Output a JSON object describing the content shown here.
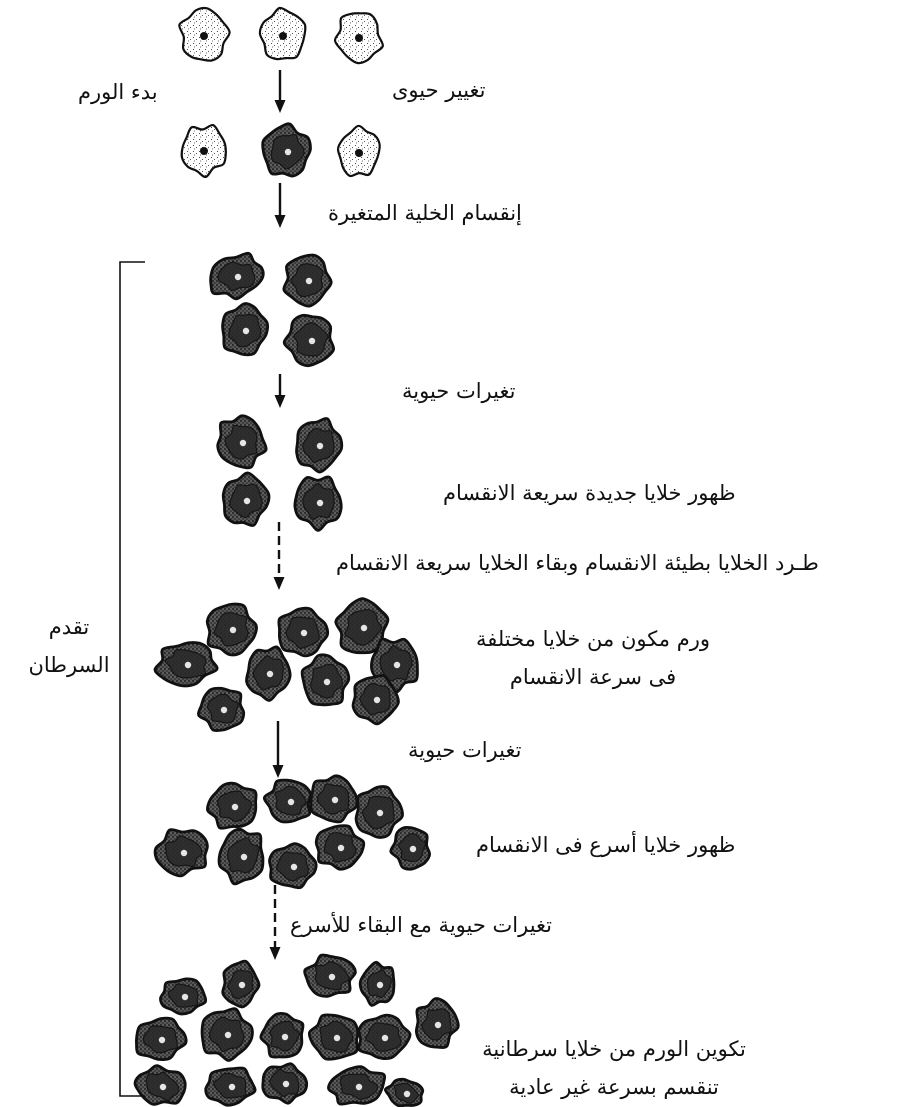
{
  "labels": {
    "initiation": "بدء الورم",
    "biological_change": "تغيير حيوى",
    "division_of_changed_cell": "إنقسام الخلية المتغيرة",
    "biological_changes_1": "تغيرات حيوية",
    "fast_dividing_cells_appear": "ظهور خلايا جديدة سريعة الانقسام",
    "expel_slow_keep_fast": "طـرد الخلايا بطيئة الانقسام وبقاء الخلايا سريعة الانقسام",
    "tumor_mixed_line1": "ورم مكون من خلايا مختلفة",
    "tumor_mixed_line2": "فى سرعة الانقسام",
    "biological_changes_2": "تغيرات حيوية",
    "faster_cells_appear": "ظهور خلايا أسرع فى الانقسام",
    "survival_of_fastest": "تغيرات حيوية مع البقاء للأسرع",
    "final_tumor_line1": "تكوين الورم من خلايا سرطانية",
    "final_tumor_line2": "تنقسم بسرعة غير عادية",
    "progression_line1": "تقدم",
    "progression_line2": "السرطان"
  },
  "colors": {
    "ink": "#111111",
    "normal_cell_fill": "#ffffff",
    "cancer_cell_fill": "#3a3a3a"
  }
}
